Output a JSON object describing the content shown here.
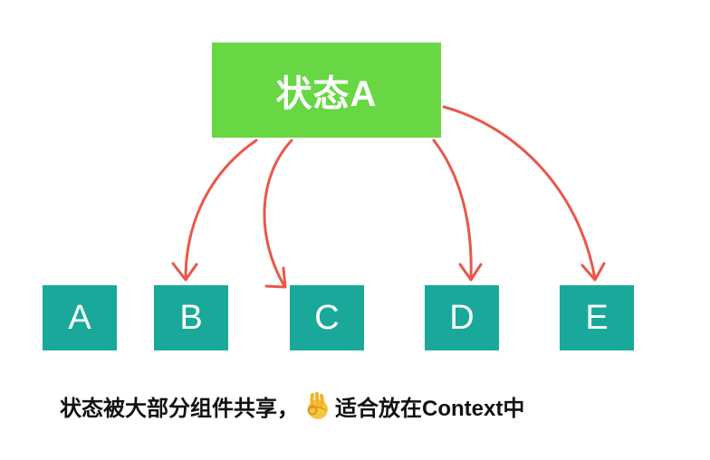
{
  "state_box": {
    "label": "状态A",
    "color": "#67d744"
  },
  "components": [
    {
      "label": "A"
    },
    {
      "label": "B"
    },
    {
      "label": "C"
    },
    {
      "label": "D"
    },
    {
      "label": "E"
    }
  ],
  "component_color": "#1aa89a",
  "arrow_color": "#e8584a",
  "caption": {
    "before": "状态被大部分组件共享，",
    "icon": "ok-hand-icon",
    "after": "适合放在Context中"
  }
}
